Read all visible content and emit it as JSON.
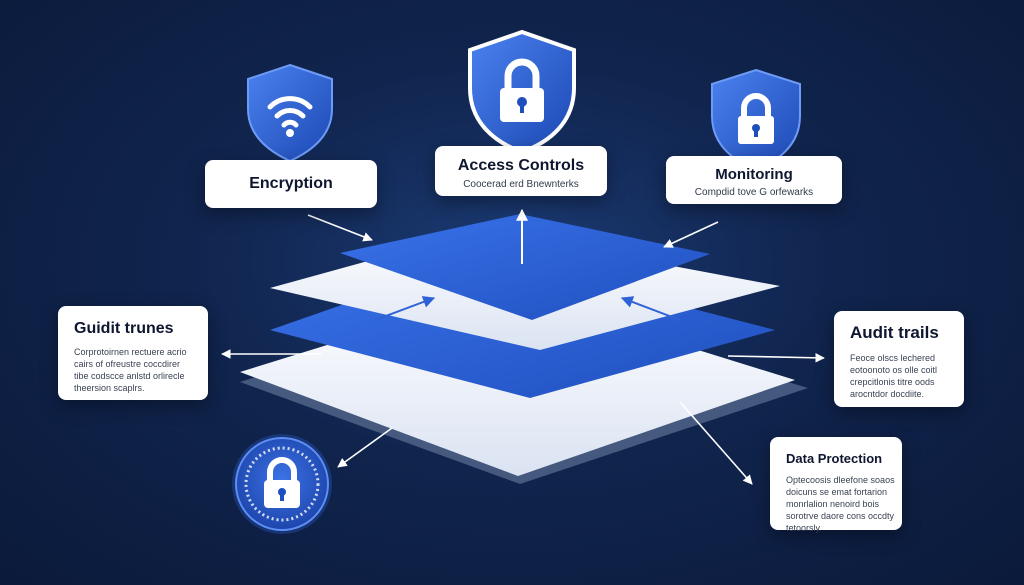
{
  "cards": {
    "encryption": {
      "title": "Encryption"
    },
    "access_controls": {
      "title": "Access Controls",
      "subtitle": "Coocerad erd Bnewnterks"
    },
    "monitoring": {
      "title": "Monitoring",
      "subtitle": "Compdid tove G orfewarks"
    },
    "guidit_trunes": {
      "title": "Guidit trunes",
      "lines": [
        "Corprotoirnen rectuere acrio",
        "cairs of ofreustre coccdirer",
        "tibe codscce anlstd orlirecle",
        "theersion scaplrs."
      ]
    },
    "audit_trails": {
      "title": "Audit trails",
      "lines": [
        "Feoce olscs lechered",
        "eotoonoto os olle coitl",
        "crepcitlonis titre oods",
        "arocntdor docdiite."
      ]
    },
    "data_protection": {
      "title": "Data Protection",
      "lines": [
        "Optecoosis dleefone soaos",
        "doicuns se emat fortarion",
        "monrlalion nenoird bois",
        "sorotrve daore cons occdty",
        "tetoorsly."
      ]
    }
  },
  "icons": [
    "wifi-shield-icon",
    "lock-shield-icon",
    "lock-shield-icon",
    "lock-badge-icon"
  ],
  "colors": {
    "background": "#10244d",
    "accent_blue": "#2e62d6",
    "card": "#ffffff",
    "shield": "#2a5bd0"
  }
}
